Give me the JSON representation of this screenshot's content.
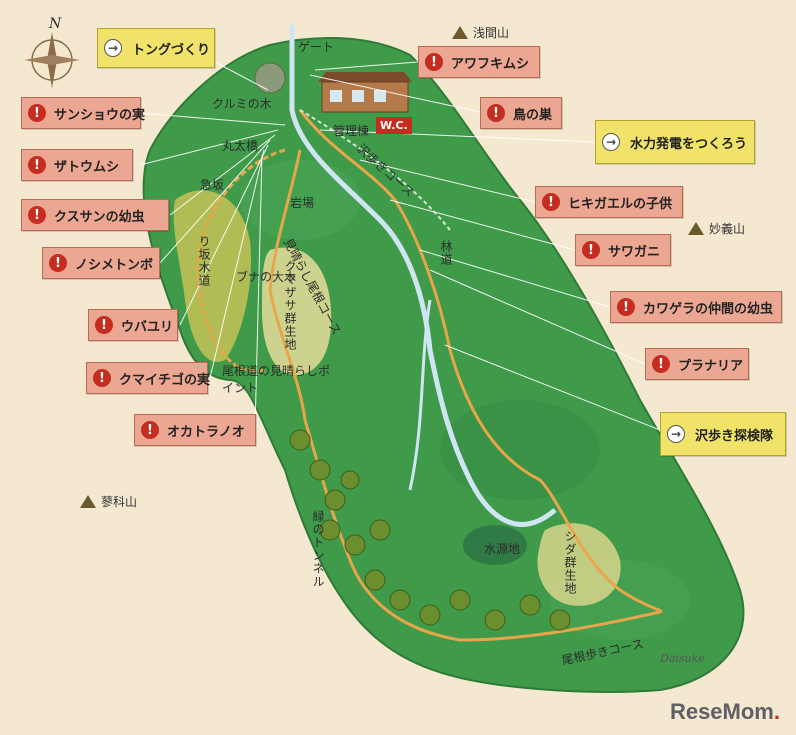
{
  "compass": {
    "north_label": "N"
  },
  "mountains": {
    "asama": "浅間山",
    "myoko": "妙義山",
    "tateshina": "蓼科山"
  },
  "places": {
    "gate": "ゲート",
    "kurumi_tree": "クルミの木",
    "maruta_bridge": "丸太橋",
    "kyuhan": "急坂",
    "iwaba": "岩場",
    "kanri": "管理棟",
    "wc": "W.C.",
    "sawa_course": "沢歩きコース",
    "rindo": "林道",
    "miharashi_course": "見晴らし尾根コース",
    "kumazasa": "クマザサ群生地",
    "buna": "ブナの大木",
    "one_view": "尾根道の見晴らしポイント",
    "mizu": "水源地",
    "shida": "シダ群生地",
    "midori_tunnel": "緑のトンネル",
    "one_course": "尾根歩きコース",
    "trail_left": "り坂木道"
  },
  "callouts": {
    "tong": "トングづくり",
    "sansho": "サンショウの実",
    "zato": "ザトウムシ",
    "kususan": "クスサンの幼虫",
    "noshime": "ノシメトンボ",
    "ubayuri": "ウバユリ",
    "kumaichigo": "クマイチゴの実",
    "okatora": "オカトラノオ",
    "awafuki": "アワフキムシ",
    "tori": "鳥の巣",
    "suiryoku": "水力発電をつくろう",
    "hikigaeru": "ヒキガエルの子供",
    "sawagani": "サワガニ",
    "kawagera": "カワゲラの仲間の幼虫",
    "planaria": "プラナリア",
    "sawaaruki": "沢歩き探検隊"
  },
  "icons": {
    "warning": "!",
    "arrow": "→"
  },
  "signature": "Daisuke",
  "logo": {
    "main": "ReseMom",
    "mark": "."
  },
  "colors": {
    "forest": "#3f9a4a",
    "trail": "#e8a64a",
    "stream": "#cfe6f2",
    "warn": "#eba791",
    "activity": "#f1e36a"
  }
}
